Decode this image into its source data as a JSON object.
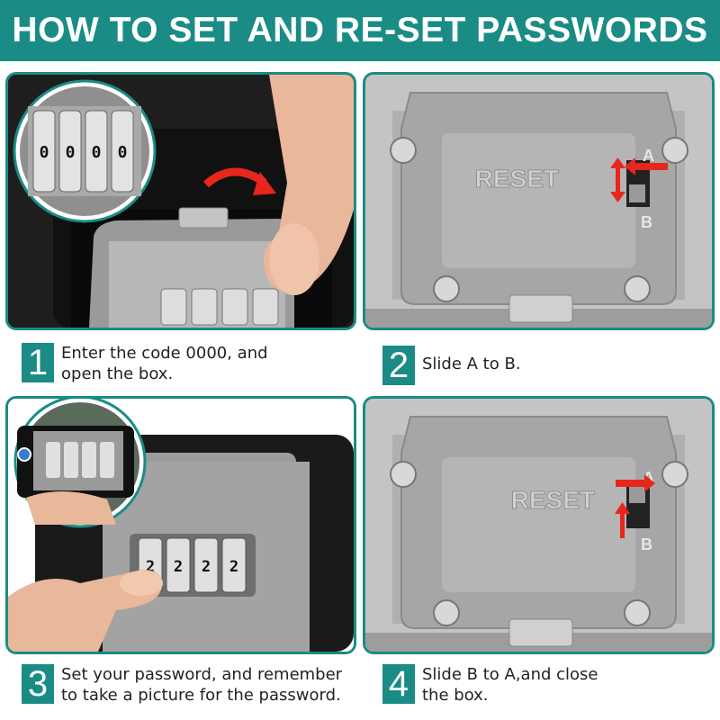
{
  "header": {
    "title": "HOW TO SET AND RE-SET PASSWORDS"
  },
  "steps": [
    {
      "number": "1",
      "line1": "Enter the code 0000, and",
      "line2": "open the box."
    },
    {
      "number": "2",
      "line1": "Slide A to B.",
      "line2": ""
    },
    {
      "number": "3",
      "line1": "Set your password, and remember",
      "line2": "to take a picture for the password."
    },
    {
      "number": "4",
      "line1": "Slide B to A,and close",
      "line2": "the box."
    }
  ],
  "reset_panel": {
    "reset_label": "RESET",
    "slot_a": "A",
    "slot_b": "B"
  },
  "dials_step1": [
    "0",
    "0",
    "0",
    "0"
  ],
  "dials_step3": [
    "2",
    "2",
    "2",
    "2"
  ],
  "colors": {
    "accent": "#1a8c85",
    "arrow": "#e8261c"
  }
}
